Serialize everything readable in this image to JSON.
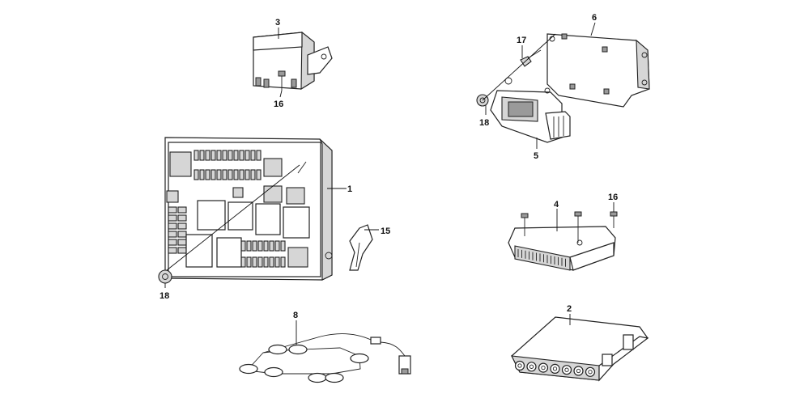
{
  "callouts": {
    "c1": "1",
    "c2": "2",
    "c3": "3",
    "c4": "4",
    "c5": "5",
    "c6": "6",
    "c8": "8",
    "c15": "15",
    "c16a": "16",
    "c16b": "16",
    "c17": "17",
    "c18a": "18",
    "c18b": "18"
  }
}
